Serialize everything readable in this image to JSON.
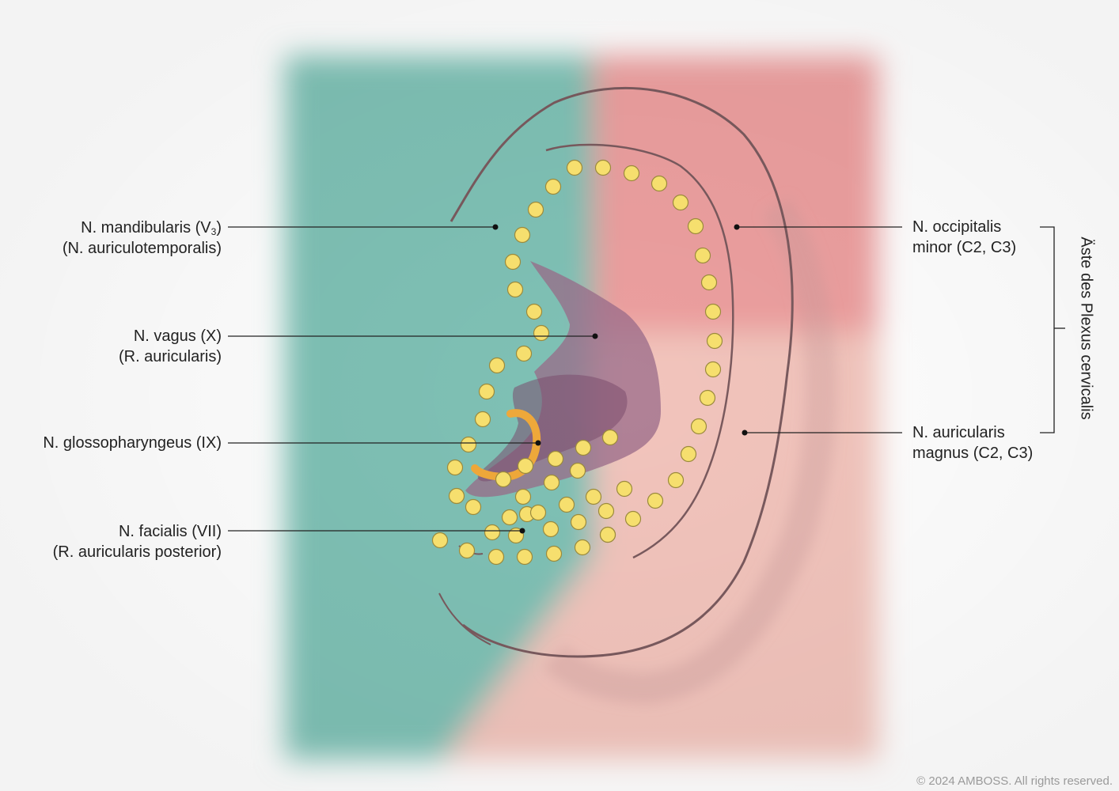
{
  "labels": {
    "mandibularis": {
      "name": "N. mandibularis (V",
      "sub": "3",
      "close": ")",
      "branch": "(N. auriculotemporalis)",
      "color": "#7fc1b5"
    },
    "vagus": {
      "name": "N. vagus  (X)",
      "branch": "(R. auricularis)",
      "color": "#9a6b8a"
    },
    "glossopharyngeus": {
      "name": "N. glossopharyngeus (IX)",
      "color": "#f0a93a"
    },
    "facialis": {
      "name": "N. facialis  (VII)",
      "branch": "(R. auricularis posterior)",
      "color": "#f6df6e"
    },
    "occipitalis": {
      "line1": "N. occipitalis",
      "line2": "minor (C2, C3)",
      "color": "#ec9f9f"
    },
    "auricularis": {
      "line1": "N. auricularis",
      "line2": "magnus (C2, C3)",
      "color": "#f2c4bc"
    }
  },
  "group_label": "Äste des Plexus cervicalis",
  "copyright": "© 2024 AMBOSS. All rights reserved."
}
